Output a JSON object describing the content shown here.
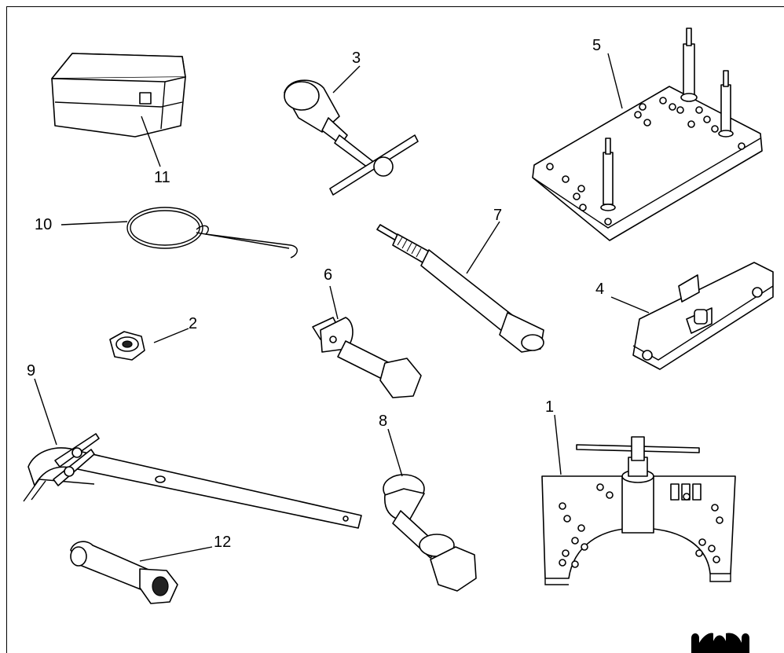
{
  "labels": {
    "l1": "1",
    "l2": "2",
    "l3": "3",
    "l4": "4",
    "l5": "5",
    "l6": "6",
    "l7": "7",
    "l8": "8",
    "l9": "9",
    "l10": "10",
    "l11": "11",
    "l12": "12"
  },
  "logo": {
    "icon": "crown-logo-icon",
    "color": "#000000"
  }
}
